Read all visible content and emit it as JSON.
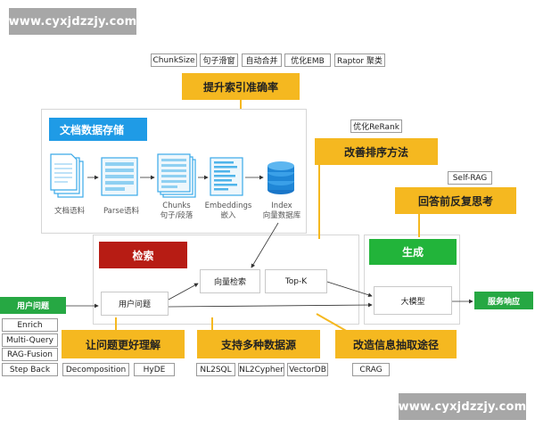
{
  "watermark": "www.cyxjdzzjy.com",
  "top_tags": [
    "ChunkSize",
    "句子滑窗",
    "自动合并",
    "优化EMB",
    "Raptor 聚类"
  ],
  "notes": {
    "index_accuracy": "提升索引准确率",
    "rerank": "改善排序方法",
    "reflection": "回答前反复思考",
    "understand": "让问题更好理解",
    "multi_source": "支持多种数据源",
    "extraction": "改造信息抽取途径"
  },
  "rerank_tag": "优化ReRank",
  "selfrag_tag": "Self-RAG",
  "storage": {
    "title": "文档数据存储",
    "steps": [
      {
        "line1": "文档语料",
        "line2": ""
      },
      {
        "line1": "Parse语料",
        "line2": ""
      },
      {
        "line1": "Chunks",
        "line2": "句子/段落"
      },
      {
        "line1": "Embeddings",
        "line2": "嵌入"
      },
      {
        "line1": "Index",
        "line2": "向量数据库"
      }
    ]
  },
  "retrieval": {
    "title": "检索",
    "user_question": "用户问题",
    "vector_search": "向量检索",
    "topk": "Top-K"
  },
  "generation": {
    "title": "生成",
    "llm": "大模型"
  },
  "input_question": "用户问题",
  "service_response": "服务响应",
  "query_tags": [
    "Enrich",
    "Multi-Query",
    "RAG-Fusion",
    "Step Back",
    "Decomposition",
    "HyDE"
  ],
  "source_tags": [
    "NL2SQL",
    "NL2Cypher",
    "VectorDB"
  ],
  "crag_tag": "CRAG",
  "colors": {
    "note": "#f5b820",
    "blue": "#1f9be6",
    "red": "#b71c14",
    "green": "#22b43a"
  }
}
